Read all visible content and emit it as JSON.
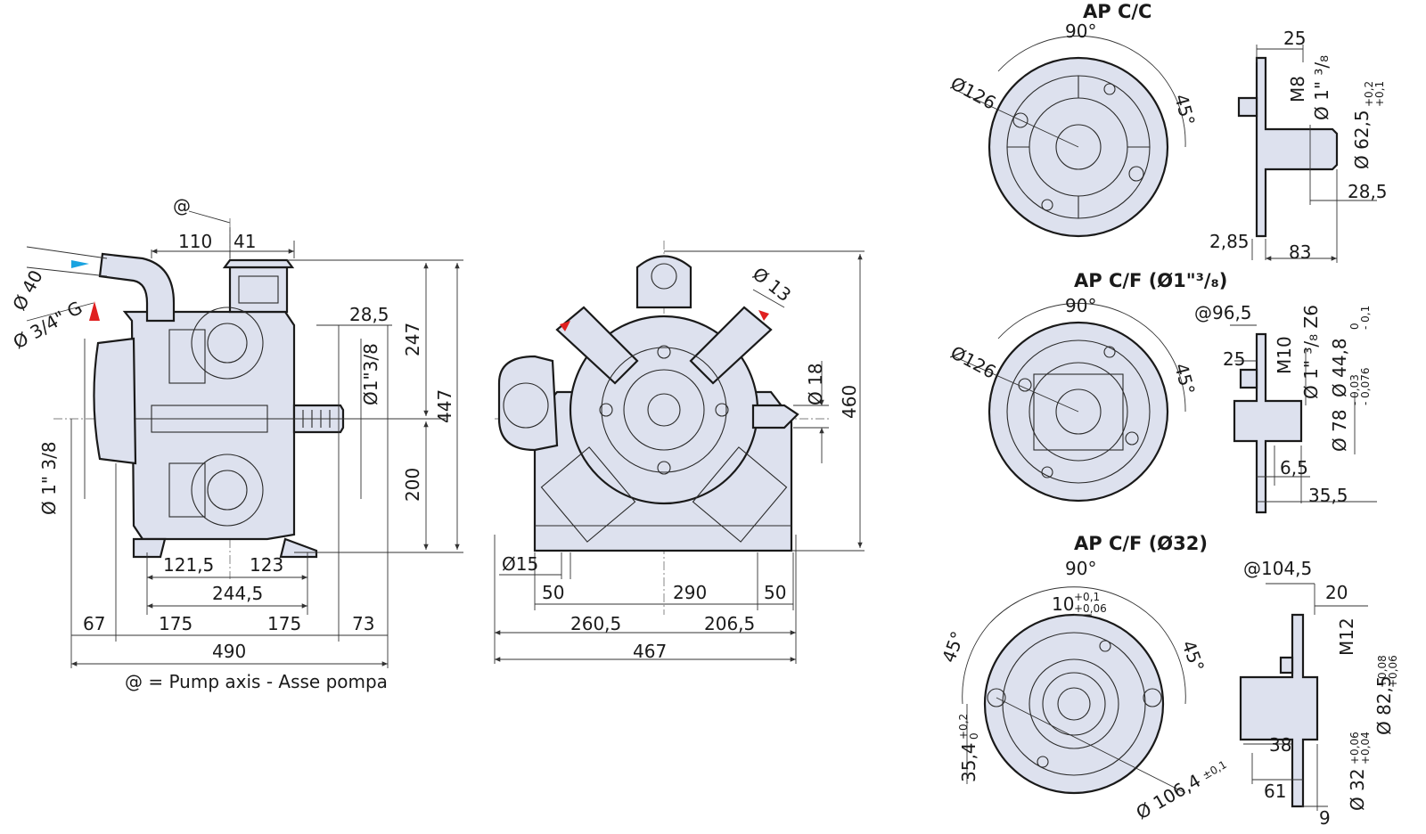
{
  "titles": {
    "ap_cc": "AP C/C",
    "ap_cf1": "AP C/F (Ø1\"³/₈)",
    "ap_cf32": "AP C/F (Ø32)"
  },
  "footnote": "@ = Pump axis - Asse pompa",
  "side_view": {
    "at": "@",
    "d110": "110",
    "d41": "41",
    "d40": "Ø 40",
    "d34g": "Ø 3/4\" G",
    "d28_5": "28,5",
    "d1_38": "Ø1\"3/8",
    "d247": "247",
    "d447": "447",
    "d200": "200",
    "d1_38_left": "Ø 1\" 3/8",
    "d121_5": "121,5",
    "d123": "123",
    "d244_5": "244,5",
    "d67": "67",
    "d175a": "175",
    "d175b": "175",
    "d73": "73",
    "d490": "490"
  },
  "front_view": {
    "d13": "Ø 13",
    "d18": "Ø 18",
    "d460": "460",
    "d15": "Ø15",
    "d50a": "50",
    "d290": "290",
    "d50b": "50",
    "d260_5": "260,5",
    "d206_5": "206,5",
    "d467": "467"
  },
  "cc": {
    "d90": "90°",
    "d126": "Ø126",
    "d45": "45°",
    "d25": "25",
    "dm8": "M8",
    "d1_38": "Ø 1\" ³/₈",
    "d62_5": "Ø 62,5",
    "d62_5_tol_up": "+0,2",
    "d62_5_tol_lo": "+0,1",
    "d28_5": "28,5",
    "d2_85": "2,85",
    "d83": "83"
  },
  "cf1": {
    "d90": "90°",
    "d126": "Ø126",
    "d45": "45°",
    "d96_5": "@96,5",
    "d25": "25",
    "dm10": "M10",
    "d1_38z6": "Ø 1\" ³/₈ Z6",
    "d44_8": "Ø 44,8",
    "d44_8_tol_up": "0",
    "d44_8_tol_lo": "- 0,1",
    "d78": "Ø 78",
    "d78_tol_up": "- 0,03",
    "d78_tol_lo": "- 0,076",
    "d6_5": "6,5",
    "d35_5": "35,5"
  },
  "cf32": {
    "d90": "90°",
    "d45a": "45°",
    "d45b": "45°",
    "d10": "10",
    "d10_tol_up": "+0,1",
    "d10_tol_lo": "+0,06",
    "d35_4": "35,4",
    "d35_4_tol_up": "+0,2",
    "d35_4_tol_lo": "0",
    "d106_4": "Ø 106,4",
    "d106_4_tol": "±0,1",
    "d104_5": "@104,5",
    "d20": "20",
    "dm12": "M12",
    "d82_5": "Ø 82,5",
    "d82_5_tol_up": "+0,08",
    "d82_5_tol_lo": "+0,06",
    "d38": "38",
    "d32": "Ø 32",
    "d32_tol_up": "+0,06",
    "d32_tol_lo": "+0,04",
    "d61": "61",
    "d9": "9"
  },
  "colors": {
    "body_fill": "#dde1ee",
    "outline": "#1a1a1a",
    "arrow_in": "#1aa3e0",
    "arrow_out": "#e02020"
  }
}
